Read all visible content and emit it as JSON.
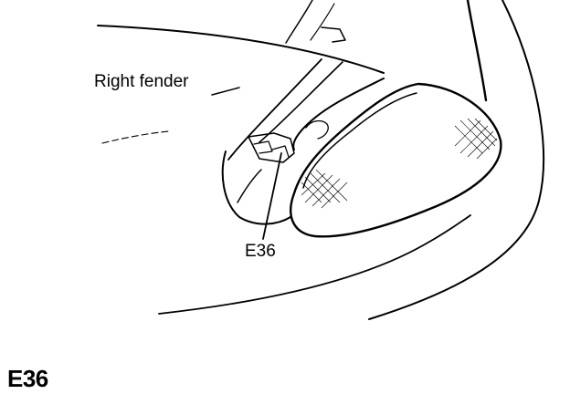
{
  "labels": {
    "fender": "Right fender",
    "callout": "E36",
    "figure_code": "E36"
  }
}
